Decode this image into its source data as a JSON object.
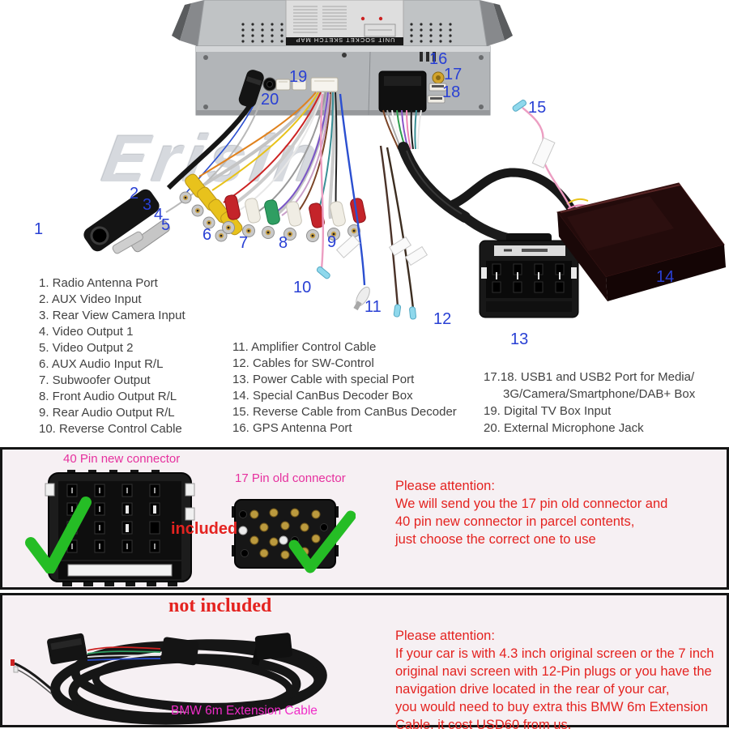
{
  "colors": {
    "label_blue": "#2940d4",
    "magenta": "#e6309e",
    "bmw_magenta": "#f02cc8",
    "red": "#e42320",
    "green": "#25bd25",
    "section_bg": "#f6f0f3"
  },
  "watermark": "Erisin",
  "unit": {
    "sticker_label": "UNIT SOCKET SKETCH MAP"
  },
  "callouts": [
    "1",
    "2",
    "3",
    "4",
    "5",
    "6",
    "7",
    "8",
    "9",
    "10",
    "11",
    "12",
    "13",
    "14",
    "15",
    "16",
    "17",
    "18",
    "19",
    "20"
  ],
  "legend": {
    "col1": [
      "1. Radio Antenna Port",
      "2. AUX Video Input",
      "3. Rear View Camera Input",
      "4. Video Output 1",
      "5. Video Output 2",
      "6. AUX Audio Input R/L",
      "7. Subwoofer Output",
      "8. Front Audio Output R/L",
      "9. Rear Audio Output R/L",
      "10. Reverse Control Cable"
    ],
    "col2": [
      "11. Amplifier Control Cable",
      "12. Cables for SW-Control",
      "13. Power Cable with special Port",
      "14. Special CanBus Decoder Box",
      "15. Reverse Cable from CanBus Decoder",
      "16. GPS Antenna Port"
    ],
    "col3_line1": "17.18. USB1 and USB2 Port for Media/",
    "col3_line2": "3G/Camera/Smartphone/DAB+ Box",
    "col3_line3": "19. Digital TV Box Input",
    "col3_line4": "20. External Microphone Jack"
  },
  "connectors_section": {
    "new_connector_label": "40 Pin new connector",
    "old_connector_label": "17 Pin old connector",
    "included_label": "included",
    "attention_title": "Please attention:",
    "attention_line1": "We will send you the 17 pin old connector and",
    "attention_line2": "40 pin new connector in parcel contents,",
    "attention_line3": "just choose the correct one to use"
  },
  "extension_section": {
    "not_included_label": "not included",
    "cable_label": "BMW 6m Extension Cable",
    "attention_title": "Please attention:",
    "attention_line1": "If your car is with 4.3 inch original screen or the 7 inch",
    "attention_line2": "original navi screen with 12-Pin plugs or you have the",
    "attention_line3": "navigation drive located in the rear of your car,",
    "attention_line4": "you would need to buy extra this BMW 6m Extension",
    "attention_line5": "Cable. it cost USD60 from us."
  }
}
